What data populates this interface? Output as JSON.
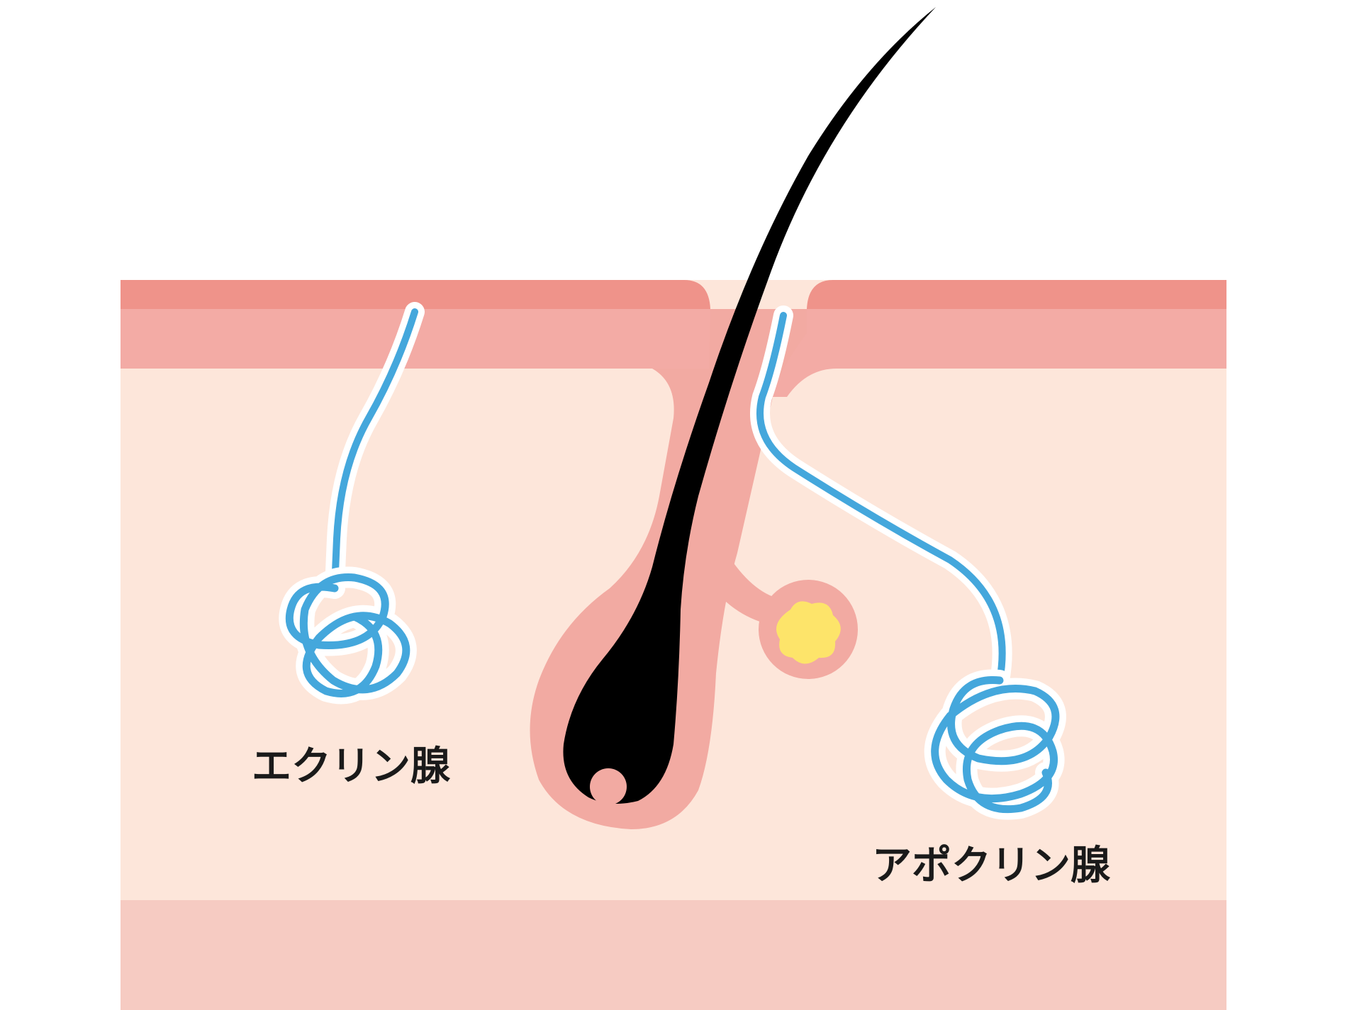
{
  "labels": {
    "eccrine": "エクリン腺",
    "apocrine": "アポクリン腺"
  },
  "colors": {
    "background": "#ffffff",
    "epidermis_top": "#ef938a",
    "epidermis": "#f3aba5",
    "dermis": "#fde6da",
    "subcutis": "#f6cbc2",
    "follicle": "#f2aaa2",
    "hair": "#000000",
    "gland_duct": "#44a7dc",
    "sebum": "#fde46a"
  },
  "icons": {
    "hair": "hair-shaft",
    "follicle": "hair-follicle",
    "sebaceous": "sebaceous-gland",
    "eccrine": "eccrine-gland-coil",
    "apocrine": "apocrine-gland-coil"
  }
}
